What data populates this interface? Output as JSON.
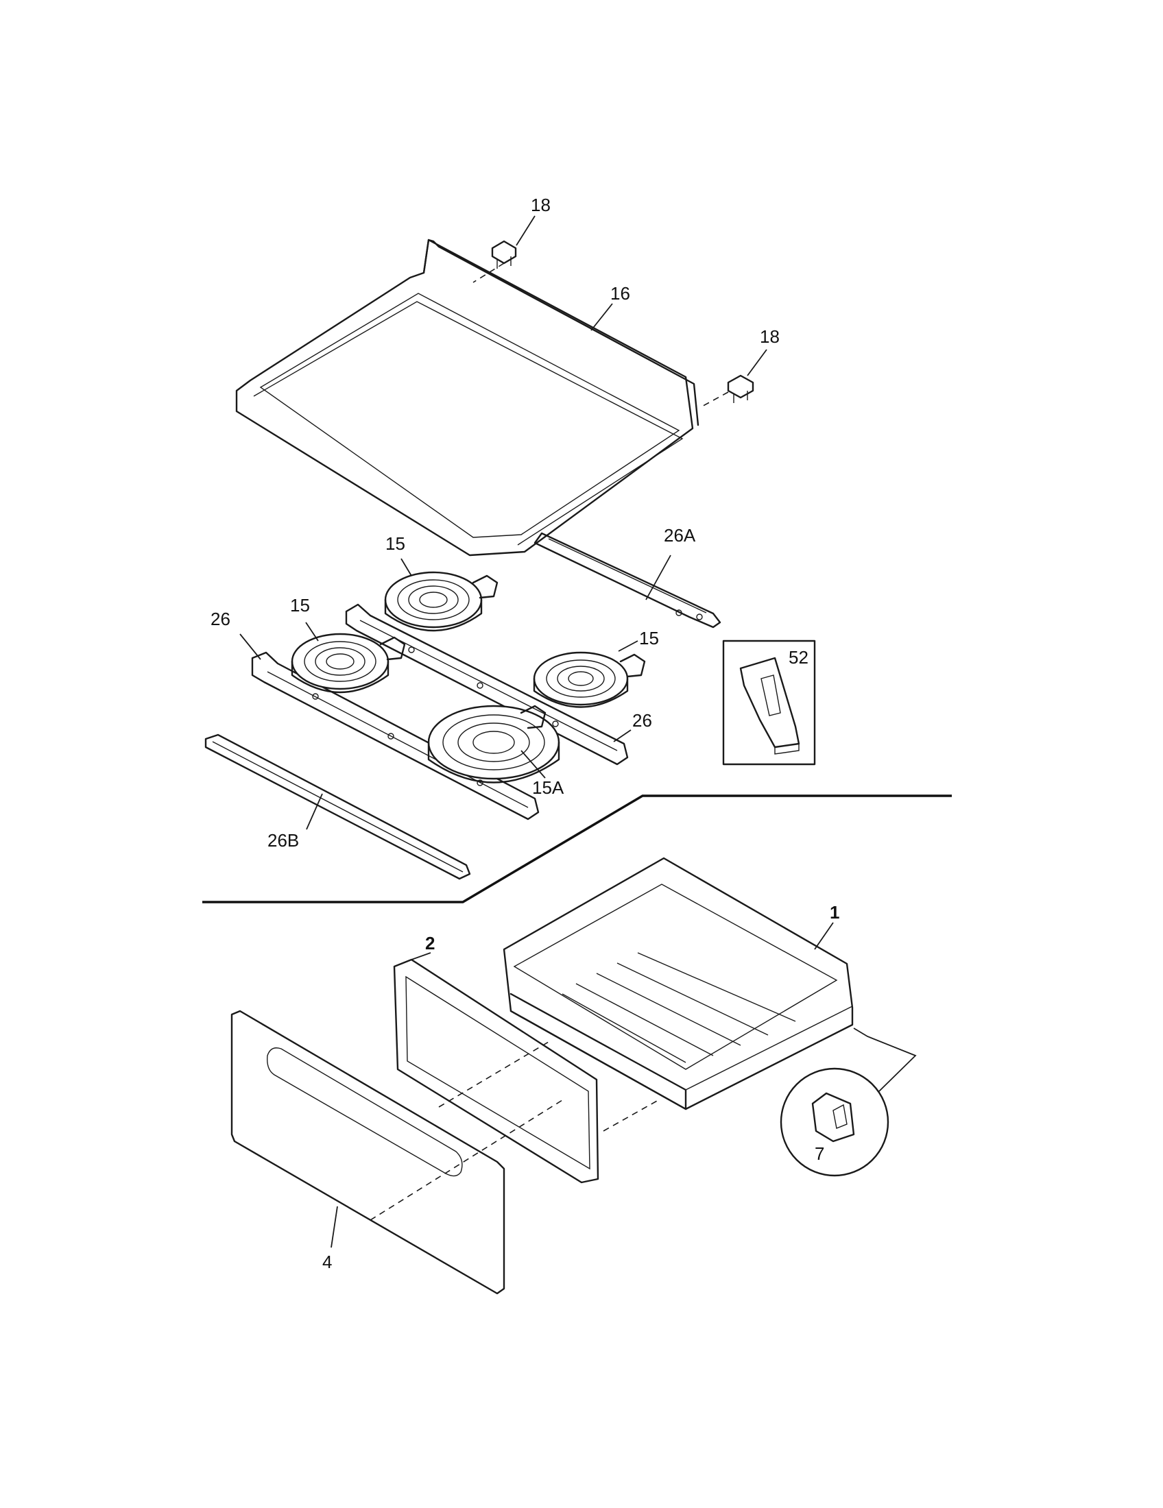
{
  "callouts": {
    "c18a": "18",
    "c16": "16",
    "c18b": "18",
    "c26A": "26A",
    "c15a": "15",
    "c15b": "15",
    "c15c": "15",
    "c26a": "26",
    "c26b": "26",
    "c15A": "15A",
    "c52": "52",
    "c26B": "26B",
    "c1": "1",
    "c2": "2",
    "c7": "7",
    "c4": "4"
  }
}
